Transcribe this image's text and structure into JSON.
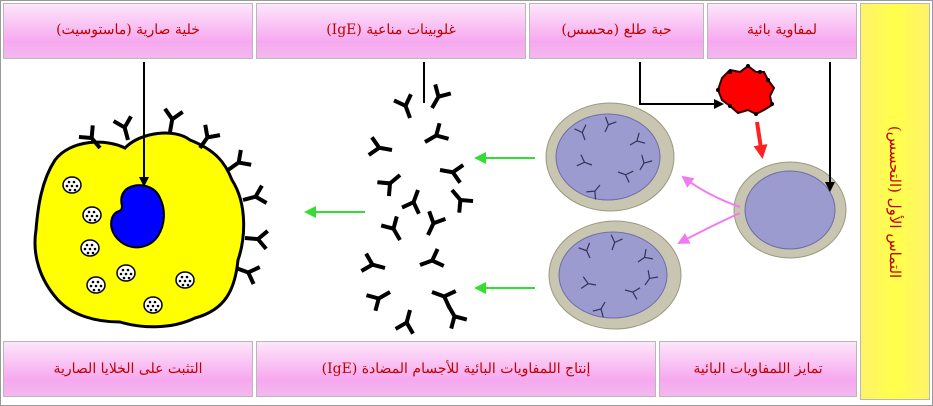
{
  "top_labels": {
    "mast_cell": "خلية صارية (ماستوسيت)",
    "immunoglobulins": "غلوبينات مناعية (IgE)",
    "pollen": "حبة طلع (محسس)",
    "lymphocyte": "لمفاوية بائية"
  },
  "bottom_labels": {
    "fixation": "التثبت على الخلايا الصارية",
    "production": "إنتاج اللمفاويات البائية للأجسام المضادة (IgE)",
    "differentiation": "تمايز اللمفاويات البائية"
  },
  "side_label": "التماس الأول (التحسس)",
  "colors": {
    "label_text": "#c00000",
    "mast_cell_fill": "#ffff00",
    "nucleus_fill": "#0000ff",
    "cell_fill": "#9b9bd0",
    "cell_halo": "#c8c6b0",
    "allergen": "#ff0000",
    "green_arrow": "#33dd33",
    "pink_arrow": "#f27af0"
  }
}
